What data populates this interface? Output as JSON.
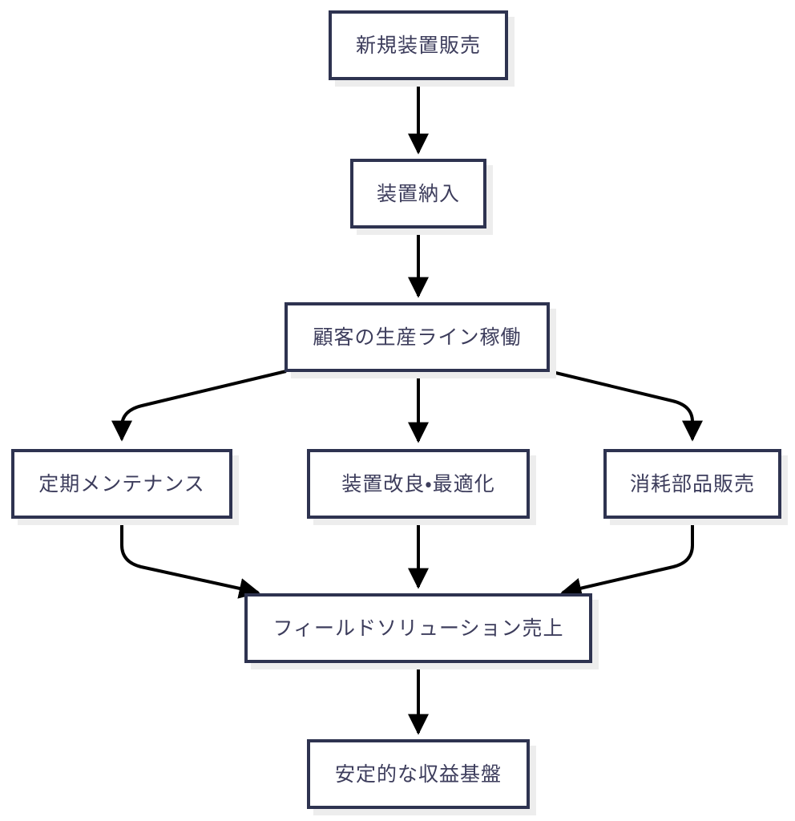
{
  "diagram": {
    "type": "flowchart",
    "direction": "top-down",
    "nodes": [
      {
        "label": "新規装置販売"
      },
      {
        "label": "装置納入"
      },
      {
        "label": "顧客の生産ライン稼働"
      },
      {
        "label": "定期メンテナンス"
      },
      {
        "label": "装置改良・最適化"
      },
      {
        "label": "消耗部品販売"
      },
      {
        "label": "フィールドソリューション売上"
      },
      {
        "label": "安定的な収益基盤"
      }
    ],
    "edges": [
      {
        "from": "新規装置販売",
        "to": "装置納入"
      },
      {
        "from": "装置納入",
        "to": "顧客の生産ライン稼働"
      },
      {
        "from": "顧客の生産ライン稼働",
        "to": "定期メンテナンス"
      },
      {
        "from": "顧客の生産ライン稼働",
        "to": "装置改良・最適化"
      },
      {
        "from": "顧客の生産ライン稼働",
        "to": "消耗部品販売"
      },
      {
        "from": "定期メンテナンス",
        "to": "フィールドソリューション売上"
      },
      {
        "from": "装置改良・最適化",
        "to": "フィールドソリューション売上"
      },
      {
        "from": "消耗部品販売",
        "to": "フィールドソリューション売上"
      },
      {
        "from": "フィールドソリューション売上",
        "to": "安定的な収益基盤"
      }
    ],
    "colors": {
      "node_border": "#2e3350",
      "node_fill": "#ffffff",
      "node_text": "#3d3d5c",
      "node_shadow": "#ededed",
      "arrow": "#000000",
      "background": "#ffffff"
    }
  }
}
